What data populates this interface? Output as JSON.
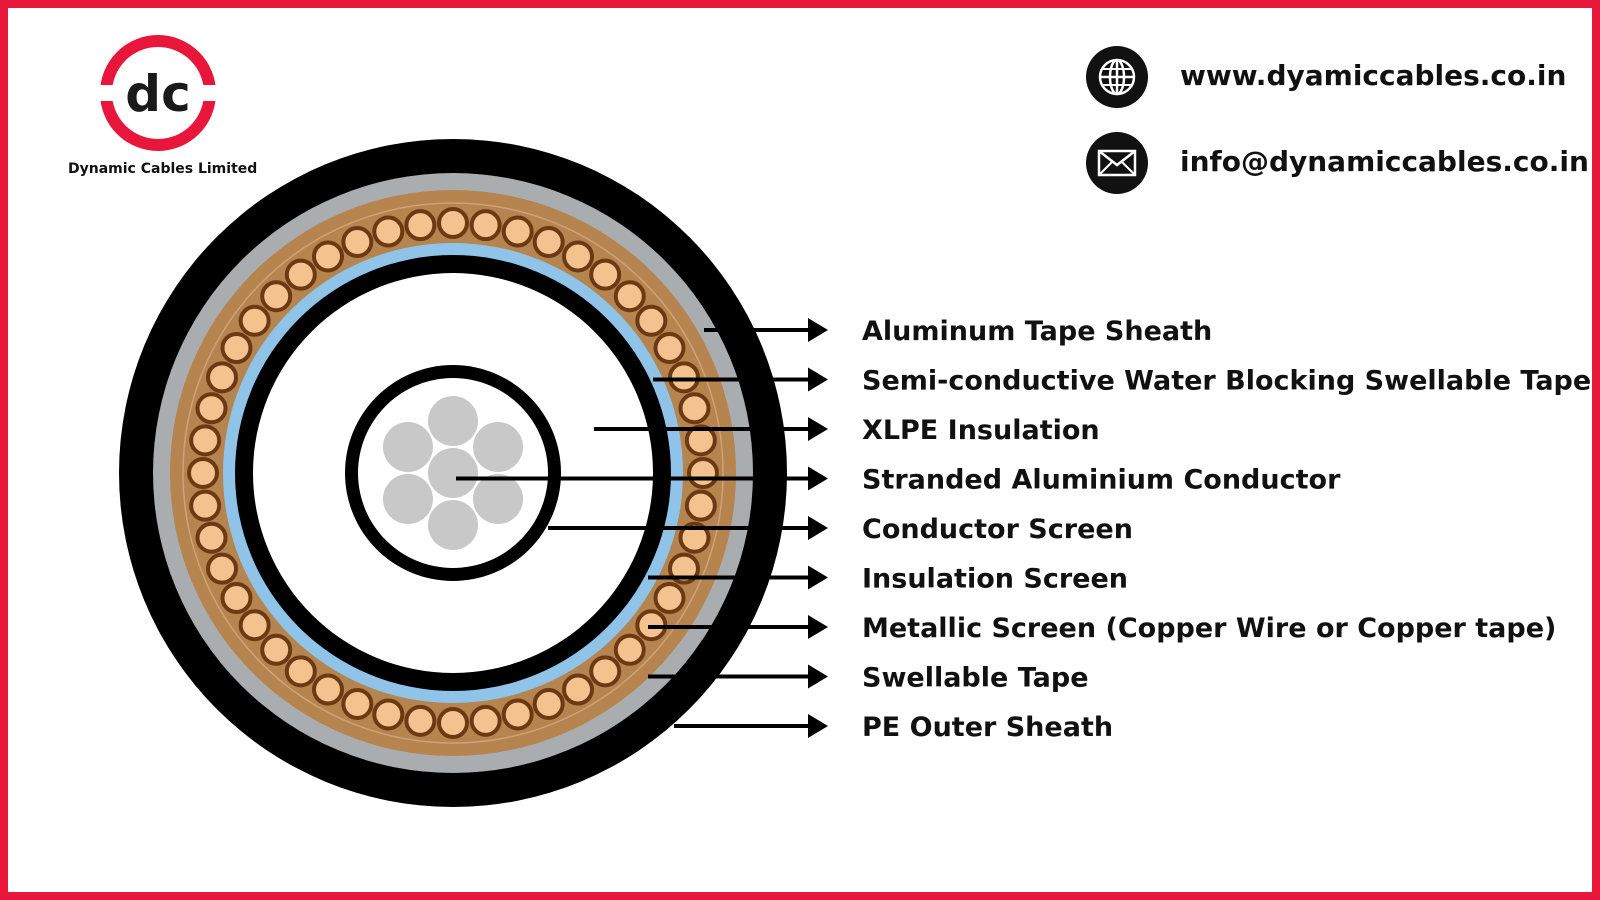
{
  "brand": {
    "name": "Dynamic Cables Limited",
    "logo_glyph": "dc",
    "accent_color": "#e8163a"
  },
  "contact": {
    "website": "www.dyamiccables.co.in",
    "website_icon": "globe-icon",
    "email": "info@dynamiccables.co.in",
    "email_icon": "envelope-icon"
  },
  "diagram": {
    "layers": [
      {
        "label": "Aluminum Tape Sheath",
        "color": "#a9adb0"
      },
      {
        "label": "Semi-conductive Water Blocking Swellable Tape",
        "color": "#000000"
      },
      {
        "label": "XLPE Insulation",
        "color": "#ffffff"
      },
      {
        "label": "Stranded Aluminium Conductor",
        "color": "#c8c8c8"
      },
      {
        "label": "Conductor Screen",
        "color": "#000000"
      },
      {
        "label": "Insulation Screen",
        "color": "#8fc4e8"
      },
      {
        "label": "Metallic Screen (Copper Wire or Copper tape)",
        "color": "#f4c28f"
      },
      {
        "label": "Swellable Tape",
        "color": "#b5844f"
      },
      {
        "label": "PE Outer Sheath",
        "color": "#000000"
      }
    ]
  }
}
